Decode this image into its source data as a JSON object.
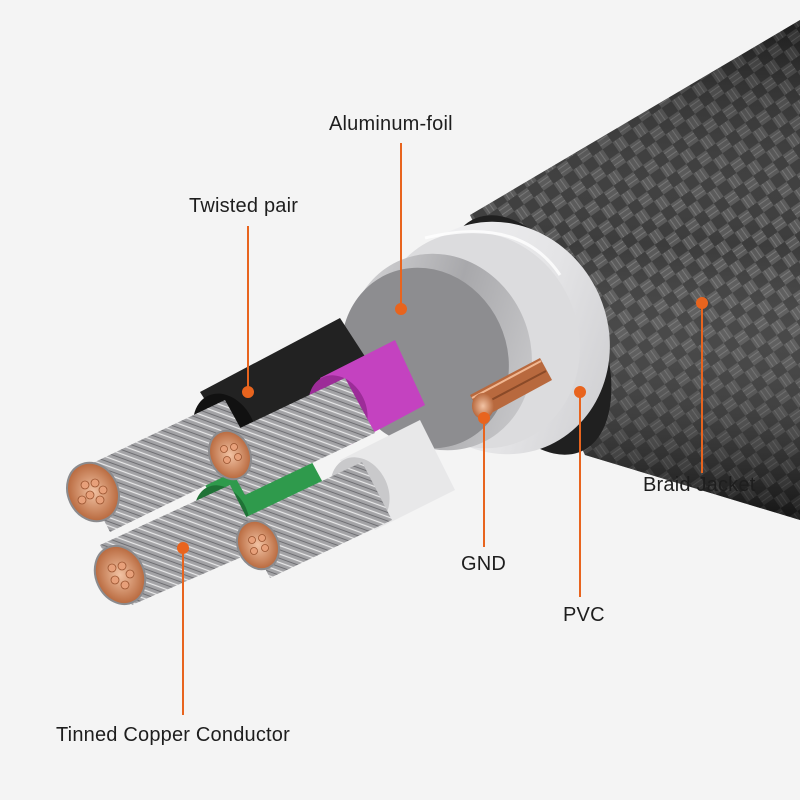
{
  "labels": {
    "aluminum_foil": "Aluminum-foil",
    "twisted_pair": "Twisted pair",
    "braid_jacket": "Braid Jacket",
    "gnd": "GND",
    "pvc": "PVC",
    "tinned_copper_conductor": "Tinned Copper Conductor"
  },
  "colors": {
    "background": "#f4f4f4",
    "leader_line": "#e8641e",
    "braid": "#2a2a2a",
    "pvc": "#e9e9ea",
    "foil": "#b9b9bb",
    "insulation_black": "#1f1f1f",
    "insulation_magenta": "#c442c0",
    "insulation_green": "#2f9a4c",
    "insulation_white": "#e2e2e2",
    "copper": "#c97a4a",
    "tinned_strand": "#a9a9ab"
  }
}
